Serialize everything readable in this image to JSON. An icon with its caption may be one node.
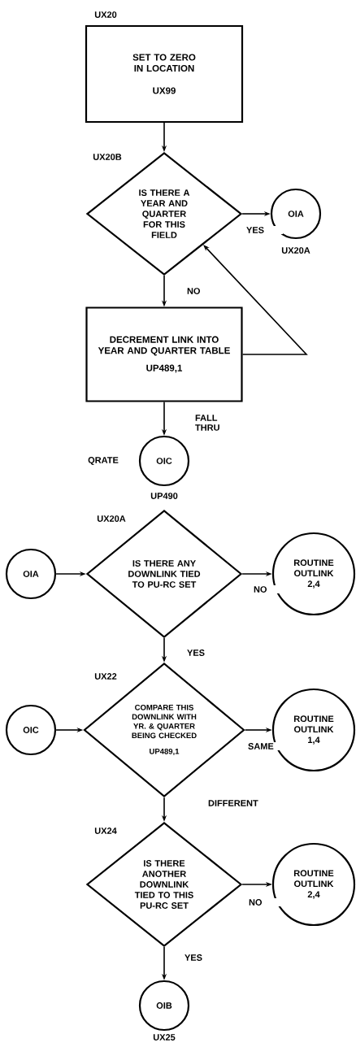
{
  "diagram": {
    "nodes": [
      {
        "text": [
          "SET TO ZERO IN LOCATION",
          "UX99"
        ],
        "beside": [
          "UX20"
        ]
      },
      {
        "text": [
          "IS THERE A YEAR AND QUARTER FOR THIS FIELD"
        ],
        "beside": [
          "UX20B"
        ]
      },
      {
        "text": [
          "OIA"
        ],
        "beside": [
          "UX20A"
        ]
      },
      {
        "text": [
          "DECREMENT LINK INTO YEAR AND QUARTER TABLE",
          "UP489,1"
        ]
      },
      {
        "text": [
          "OIC"
        ],
        "beside": [
          "QRATE",
          "UP490"
        ]
      },
      {
        "text": [
          "IS THERE ANY DOWNLINK TIED TO PU-RC SET"
        ],
        "beside": [
          "UX20A"
        ]
      },
      {
        "text": [
          "OIA"
        ]
      },
      {
        "text": [
          "ROUTINE OUTLINK 2,4"
        ]
      },
      {
        "text": [
          "COMPARE THIS DOWNLINK WITH YR. & QUARTER BEING CHECKED",
          "UP489,1"
        ],
        "beside": [
          "UX22"
        ]
      },
      {
        "text": [
          "OIC"
        ]
      },
      {
        "text": [
          "ROUTINE OUTLINK 1,4"
        ]
      },
      {
        "text": [
          "IS THERE ANOTHER DOWNLINK TIED TO THIS PU-RC SET"
        ],
        "beside": [
          "UX24"
        ]
      },
      {
        "text": [
          "ROUTINE OUTLINK 2,4"
        ]
      },
      {
        "text": [
          "OIB"
        ],
        "beside": [
          "UX25"
        ]
      }
    ],
    "edges": [
      {
        "from": 0,
        "to": 1,
        "arrow": "to"
      },
      {
        "from": 1,
        "to": 2,
        "arrow": "to",
        "label": "YES"
      },
      {
        "from": 1,
        "to": 3,
        "arrow": "to",
        "label": "NO"
      },
      {
        "from": 3,
        "to": 1,
        "arrow": "to"
      },
      {
        "from": 3,
        "to": 4,
        "arrow": "to",
        "label": "FALL THRU"
      },
      {
        "from": 6,
        "to": 5,
        "arrow": "to"
      },
      {
        "from": 5,
        "to": 7,
        "arrow": "to",
        "label": "NO"
      },
      {
        "from": 5,
        "to": 8,
        "arrow": "to",
        "label": "YES"
      },
      {
        "from": 9,
        "to": 8,
        "arrow": "to"
      },
      {
        "from": 8,
        "to": 10,
        "arrow": "to",
        "label": "SAME"
      },
      {
        "from": 8,
        "to": 11,
        "arrow": "to",
        "label": "DIFFERENT"
      },
      {
        "from": 11,
        "to": 12,
        "arrow": "to",
        "label": "NO"
      },
      {
        "from": 11,
        "to": 13,
        "arrow": "to",
        "label": "YES"
      }
    ]
  }
}
